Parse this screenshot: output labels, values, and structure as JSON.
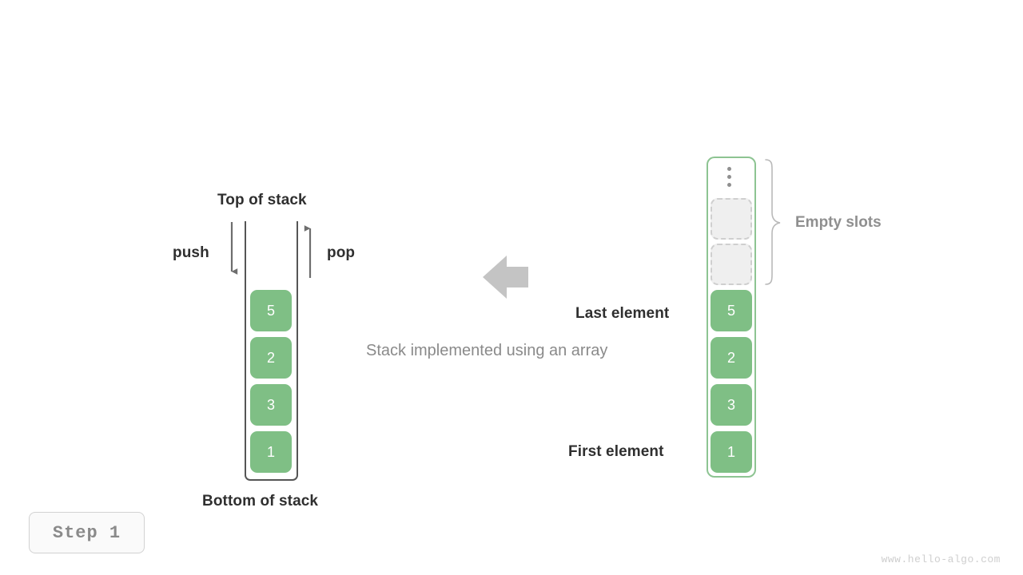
{
  "diagram": {
    "caption": "Stack implemented using an array",
    "step_label": "Step  1",
    "watermark": "www.hello-algo.com",
    "colors": {
      "cell_fill": "#7fbf85",
      "cell_text": "#ffffff",
      "empty_fill": "#efefef",
      "empty_border": "#cfcfcf",
      "array_border": "#8dc492",
      "stack_border": "#555555",
      "label_dark": "#2f2f2f",
      "label_gray": "#8a8a8a",
      "arrow_gray": "#c4c4c4"
    }
  },
  "stack_view": {
    "top_label": "Top of stack",
    "bottom_label": "Bottom of stack",
    "push_label": "push",
    "pop_label": "pop",
    "values": [
      "5",
      "2",
      "3",
      "1"
    ]
  },
  "array_view": {
    "empty_slots_label": "Empty slots",
    "last_element_label": "Last element",
    "first_element_label": "First element",
    "ellipsis_icon": "vertical-dots",
    "empty_slot_count": 2,
    "values": [
      "5",
      "2",
      "3",
      "1"
    ]
  }
}
